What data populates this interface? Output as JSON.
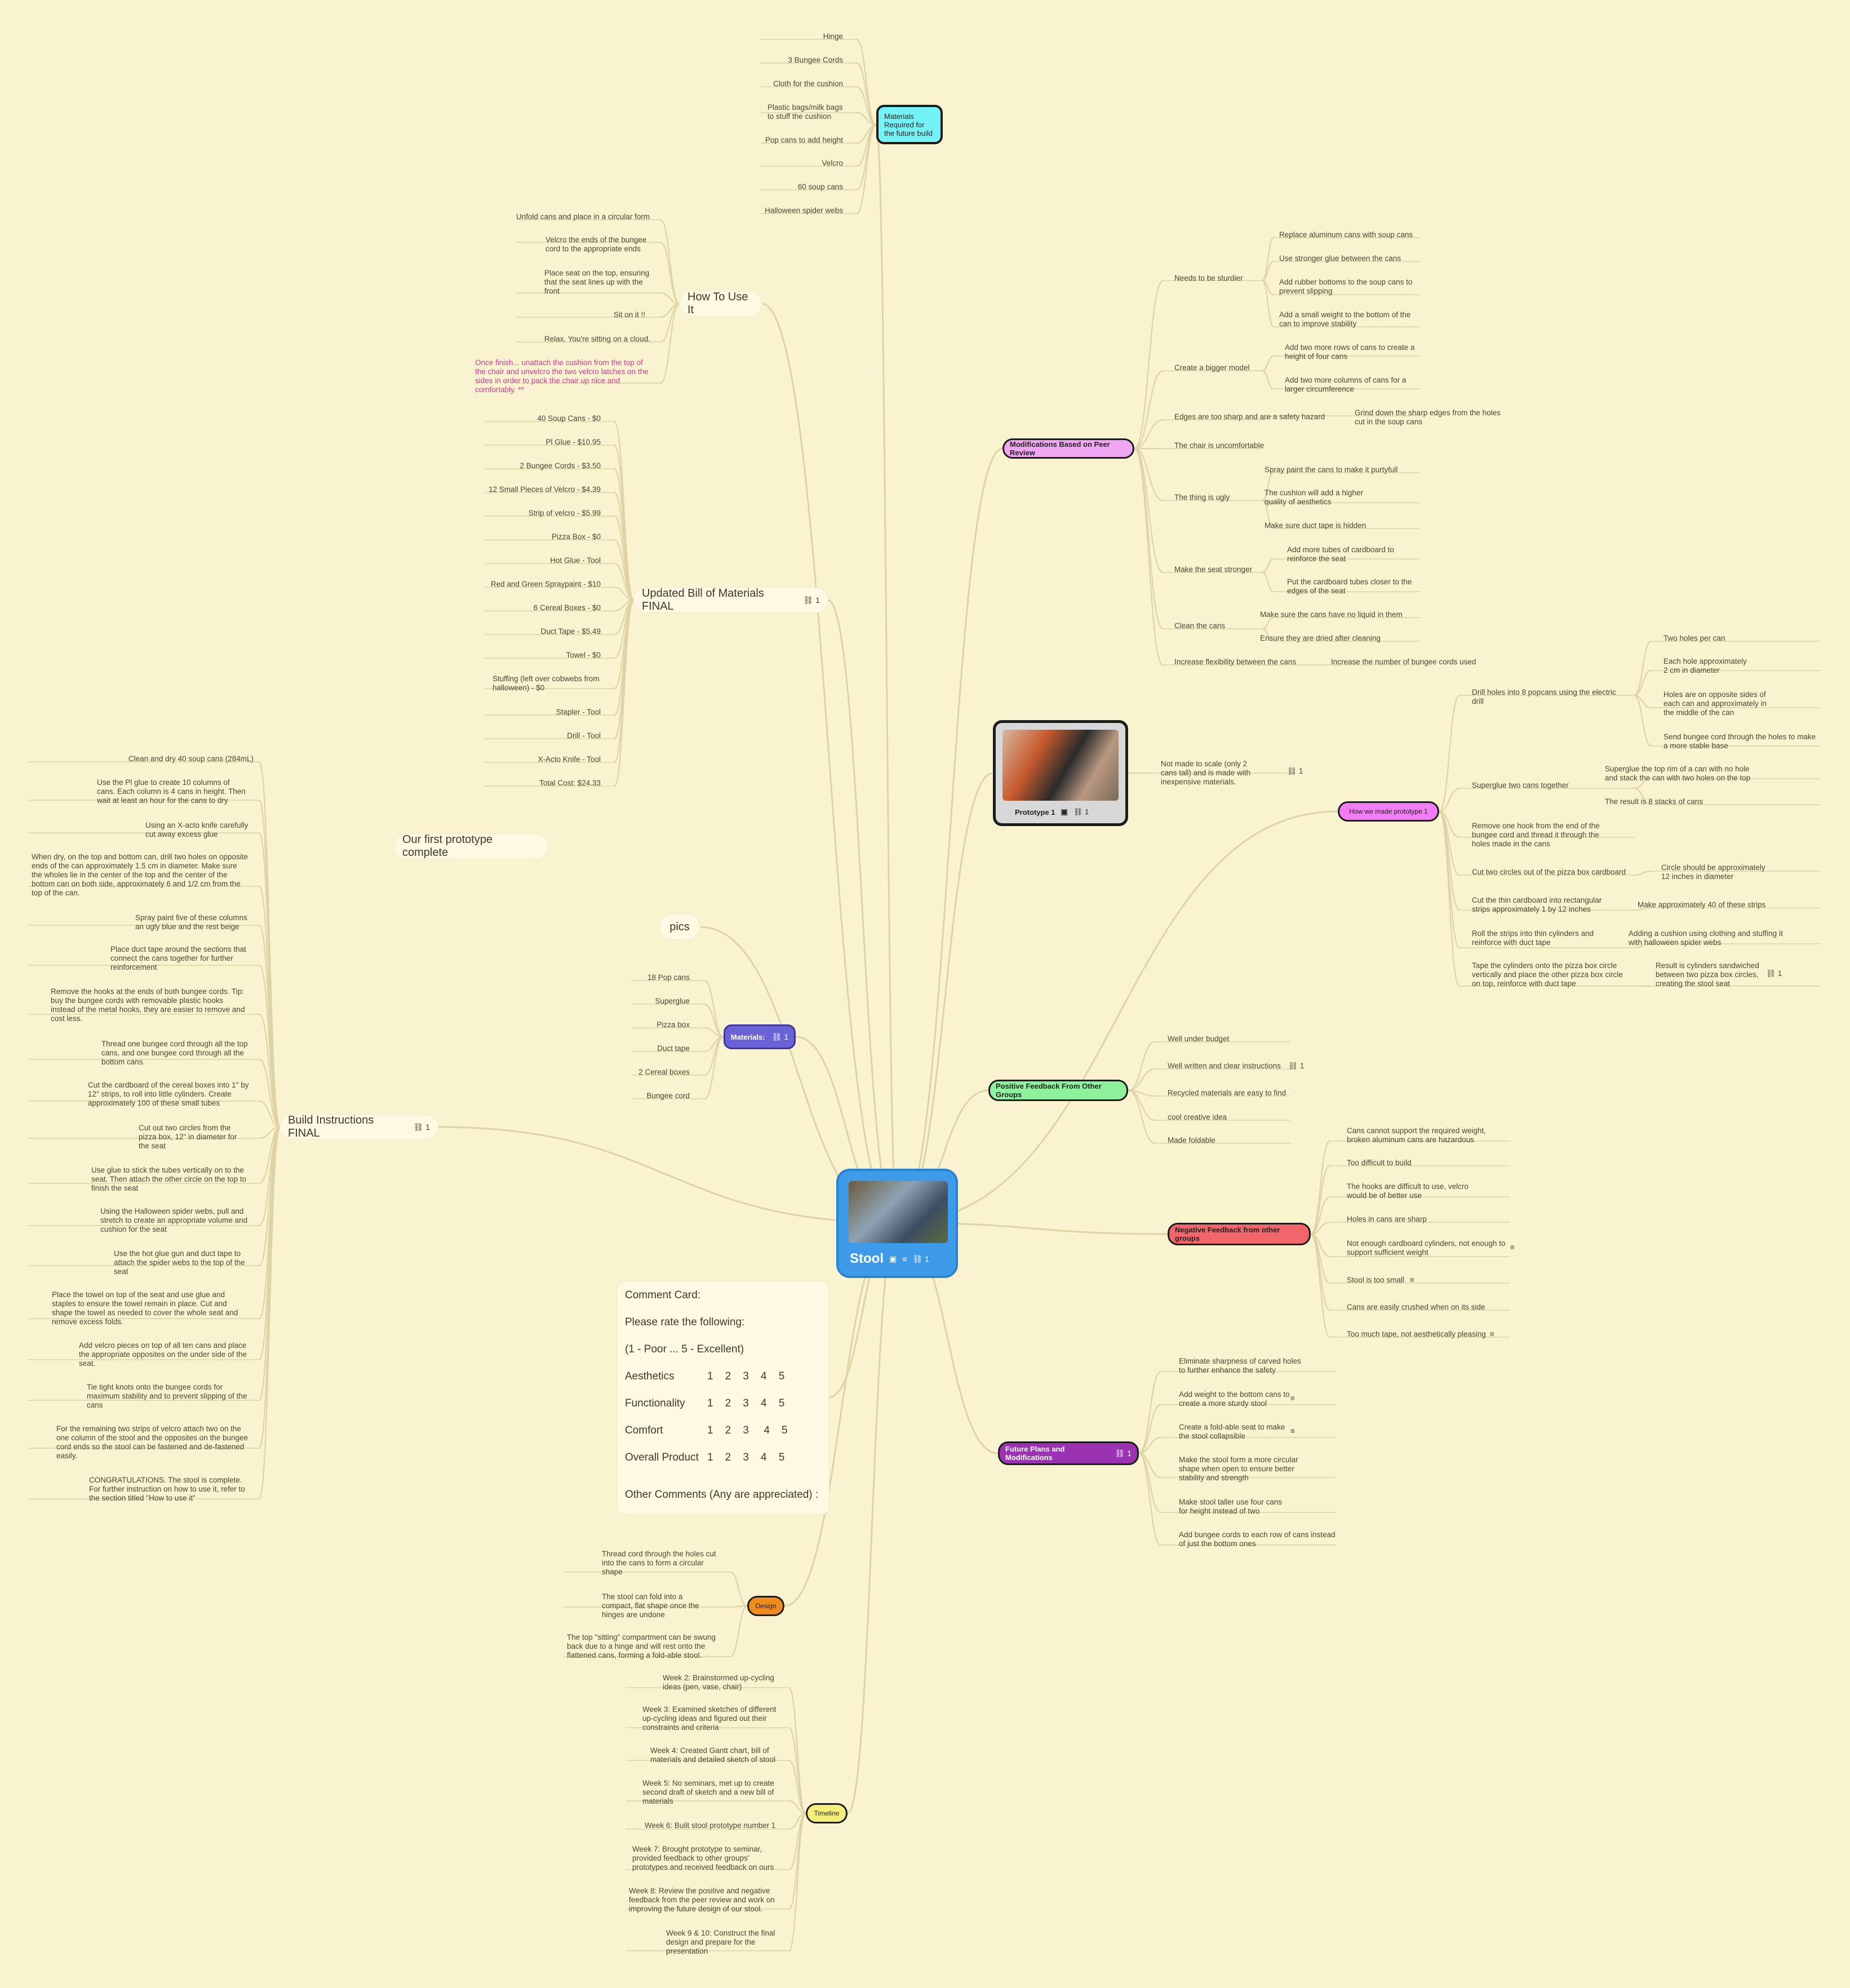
{
  "central": {
    "title": "Stool",
    "link_count": "1"
  },
  "materials_future": {
    "title": "Materials Required for the future build",
    "items": [
      "Hinge",
      "3 Bungee Cords",
      "Cloth for the cushion",
      "Plastic bags/milk bags to stuff the cushion",
      "Pop cans to add height",
      "Velcro",
      "60 soup cans",
      "Halloween spider webs"
    ]
  },
  "how_to_use": {
    "title": "How To Use It",
    "items": [
      "Unfold cans and place in a circular form",
      "Velcro the ends of the bungee cord to the appropriate ends",
      "Place seat on the top, ensuring that the seat lines up with the front",
      "Sit on it !!",
      "Relax. You're sitting on a cloud."
    ],
    "note": "Once finish... unattach the cushion from the top of the chair and unvelcro the two velcro latches on the sides in order to pack the chair up nice and comfortably. **"
  },
  "bom": {
    "title": "Updated Bill of Materials FINAL",
    "link_count": "1",
    "items": [
      "40 Soup Cans - $0",
      "Pl Glue - $10.95",
      "2 Bungee Cords - $3.50",
      "12 Small Pieces of Velcro - $4.39",
      "Strip of velcro - $5.99",
      "Pizza Box - $0",
      "Hot Glue - Tool",
      "Red and Green Spraypaint - $10",
      "6 Cereal Boxes - $0",
      "Duct Tape - $5.49",
      "Towel - $0",
      "Stuffing (left over cobwebs from halloween) - $0",
      "Stapler - Tool",
      "Drill - Tool",
      "X-Acto Knife - Tool",
      "Total Cost: $24.33"
    ]
  },
  "prototype_complete": {
    "title": "Our first prototype complete"
  },
  "pics": {
    "title": "pics"
  },
  "materials": {
    "title": "Materials:",
    "link_count": "1",
    "items": [
      "18 Pop cans",
      "Superglue",
      "Pizza box",
      "Duct tape",
      "2 Cereal boxes",
      "Bungee cord"
    ]
  },
  "build": {
    "title": "Build Instructions FINAL",
    "link_count": "1",
    "items": [
      "Clean and dry 40 soup cans (284mL)",
      "Use the Pl glue to create 10 columns of cans. Each column is 4 cans in height. Then wait at least an hour for the cans to dry",
      "Using an X-acto knife carefully cut away excess glue",
      "When dry, on the top and bottom can, drill two holes on opposite ends of the can approximately 1.5 cm in diameter. Make sure the wholes lie in the center of the top and the center of the bottom can on both side, approximately 6 and 1/2 cm from the top of the can.",
      "Spray paint five of these columns an ugly blue and the rest beige",
      "Place duct tape around the sections that connect the cans together for further reinforcement",
      "Remove the hooks at the ends of both bungee cords. Tip: buy the bungee cords with removable plastic hooks instead of the metal hooks, they are easier to remove and cost less.",
      "Thread one bungee cord through all the top cans, and one bungee cord through all the bottom cans.",
      "Cut the cardboard of the cereal boxes into 1\" by 12\" strips, to roll into little cylinders. Create approximately 100 of these small tubes",
      "Cut out two circles from the pizza box, 12\" in diameter for the seat",
      "Use glue to stick the tubes vertically on to the seat. Then attach the other circle on the top to finish the seat",
      "Using the Halloween spider webs, pull and stretch to create an appropriate volume and cushion for the seat",
      "Use the hot glue gun and duct tape to attach the spider webs to the top of the seat",
      "Place the towel on top of the seat and use glue and staples to ensure the towel remain in place. Cut and shape the towel as needed to cover the whole seat and remove excess folds.",
      "Add velcro pieces on top of all ten cans and place the appropriate opposites on the under side of the seat.",
      "Tie tight knots onto the bungee cords for maximum stability and to prevent slipping of the cans",
      "For the remaining two strips of velcro attach two on the one column of the stool and the opposites on the bungee cord ends so the stool can be fastened and de-fastened easily.",
      "CONGRATULATIONS. The stool is complete. For further instruction on how to use it, refer to the section titled \"How to use it\""
    ]
  },
  "comment_card": {
    "lines": [
      "Comment Card:",
      "Please rate the following:",
      "(1 - Poor ... 5 - Excellent)"
    ],
    "ratings": [
      {
        "label": "Aesthetics",
        "scale": "1    2    3    4    5"
      },
      {
        "label": "Functionality",
        "scale": "1    2    3    4    5"
      },
      {
        "label": "Comfort",
        "scale": "1    2    3     4    5"
      },
      {
        "label": "Overall Product",
        "scale": "1    2    3    4    5"
      }
    ],
    "footer": "Other Comments (Any are appreciated) :"
  },
  "design": {
    "title": "Design",
    "items": [
      "Thread cord through the holes cut into the cans to form a circular shape",
      "The stool can fold into a compact, flat shape once the hinges are undone",
      "The top \"sitting\" compartment can be swung back due to a hinge and will rest onto the flattened cans, forming a fold-able stool."
    ]
  },
  "timeline": {
    "title": "Timeline",
    "items": [
      "Week 2: Brainstormed up-cycling ideas (pen, vase, chair)",
      "Week 3: Examined sketches of different up-cycling ideas and figured out their constraints and criteria",
      "Week 4: Created Gantt chart, bill of materials and detailed sketch of stool",
      "Week 5: No seminars, met up to create second draft of sketch and a new bill of materials",
      "Week 6: Built stool prototype number 1",
      "Week 7: Brought prototype to seminar, provided feedback to other groups' prototypes and received feedback on ours",
      "Week 8: Review the positive and negative feedback from the peer review and work on improving the future design of our stool.",
      "Week 9 & 10: Construct the final design and prepare for the presentation"
    ]
  },
  "mods": {
    "title": "Modifications Based on Peer Review",
    "groups": [
      {
        "label": "Needs to be sturdier",
        "items": [
          "Replace aluminum cans with soup cans",
          "Use stronger glue between the cans",
          "Add rubber bottoms to the soup cans to prevent slipping",
          "Add a small weight to the bottom of the can to improve stability"
        ]
      },
      {
        "label": "Create a bigger model",
        "items": [
          "Add two more rows of cans to create a height of four cans",
          "Add two more columns of cans for a larger circumference"
        ]
      },
      {
        "label": "Edges are too sharp and are a safety hazard",
        "items": [
          "Grind down the sharp edges from the holes cut in the soup cans"
        ]
      },
      {
        "label": "The chair is uncomfortable",
        "items": []
      },
      {
        "label": "The thing is ugly",
        "items": [
          "Spray paint the cans to make it purtyfull",
          "The cushion will add a higher quality of aesthetics",
          "Make sure duct tape is hidden"
        ]
      },
      {
        "label": "Make the seat stronger",
        "items": [
          "Add more tubes of cardboard to reinforce the seat",
          "Put the cardboard tubes closer to the edges of the seat"
        ]
      },
      {
        "label": "Clean the cans",
        "items": [
          "Make sure the cans have no liquid in them",
          "Ensure they are dried after cleaning"
        ]
      },
      {
        "label": "Increase flexibility between the cans",
        "items": [
          "Increase the number of bungee cords used"
        ]
      }
    ]
  },
  "prototype1": {
    "title": "Prototype 1",
    "link_count": "1",
    "note": "Not made to scale (only 2 cans tall) and is made with inexpensive materials.",
    "note_link": "1"
  },
  "how_made": {
    "title": "How we made prototype 1",
    "steps": [
      {
        "label": "Drill holes into 8 popcans using the electric drill",
        "items": [
          "Two holes per can",
          "Each hole approximately 2 cm in diameter",
          "Holes are on opposite sides of each can and approximately in the middle of the can",
          "Send bungee cord through the holes to make a more stable base"
        ]
      },
      {
        "label": "Superglue two cans together",
        "items": [
          "Superglue the top rim of a can with no hole and stack the can with two holes on the top",
          "The result is 8 stacks of cans"
        ]
      },
      {
        "label": "Remove one hook from the end of the bungee cord and thread it through the holes made in the cans",
        "items": []
      },
      {
        "label": "Cut two circles out of the pizza box cardboard",
        "items": [
          "Circle should be approximately 12 inches in diameter"
        ]
      },
      {
        "label": "Cut the thin cardboard into rectangular strips approximately 1 by 12 inches",
        "items": [
          "Make approximately 40 of these strips"
        ]
      },
      {
        "label": "Roll the strips into thin cylinders and reinforce with duct tape",
        "items": [
          "Adding a cushion using clothing and stuffing it with halloween spider webs"
        ]
      },
      {
        "label": "Tape the cylinders onto the pizza box circle vertically and place the other pizza box circle on top, reinforce with duct tape",
        "items": [
          "Result is cylinders sandwiched between two pizza box circles, creating the stool seat"
        ],
        "link": "1"
      }
    ]
  },
  "positive": {
    "title": "Positive Feedback From Other Groups",
    "items": [
      "Well under budget",
      "Well written and clear instructions",
      "Recycled materials are easy to find",
      "cool creative idea",
      "Made foldable"
    ],
    "link": "1"
  },
  "negative": {
    "title": "Negative Feedback from other groups",
    "items": [
      "Cans cannot support the required weight, broken aluminum cans are hazardous",
      "Too difficult to build",
      "The hooks are difficult to use, velcro would be of better use",
      "Holes in cans are sharp",
      "Not enough cardboard cylinders, not enough to support sufficient weight",
      "Stool is too small",
      "Cans are easily crushed when on its side",
      "Too much tape, not aesthetically pleasing"
    ]
  },
  "future": {
    "title": "Future Plans and Modifications",
    "link_count": "1",
    "items": [
      "Eliminate sharpness of carved holes to further enhance the safety",
      "Add weight to the bottom cans to create a more sturdy stool",
      "Create a fold-able seat to make the stool collapsible",
      "Make the stool form a more circular shape when open to ensure better stability and strength",
      "Make stool taller use four cans for height instead of two",
      "Add bungee cords to each row of cans instead of just the bottom ones"
    ]
  },
  "colors": {
    "line": "#ddd3a6",
    "background": "#faf3d0",
    "central": "#3d9be9",
    "cyan": "#74f3f6",
    "pink": "#f0a6f3",
    "magenta": "#f07ef2",
    "green": "#8ef29c",
    "red": "#f0666a",
    "purple": "#9b32b2",
    "violet": "#6b62d8",
    "orange": "#f08c1e",
    "yellow": "#f5ee7a"
  }
}
